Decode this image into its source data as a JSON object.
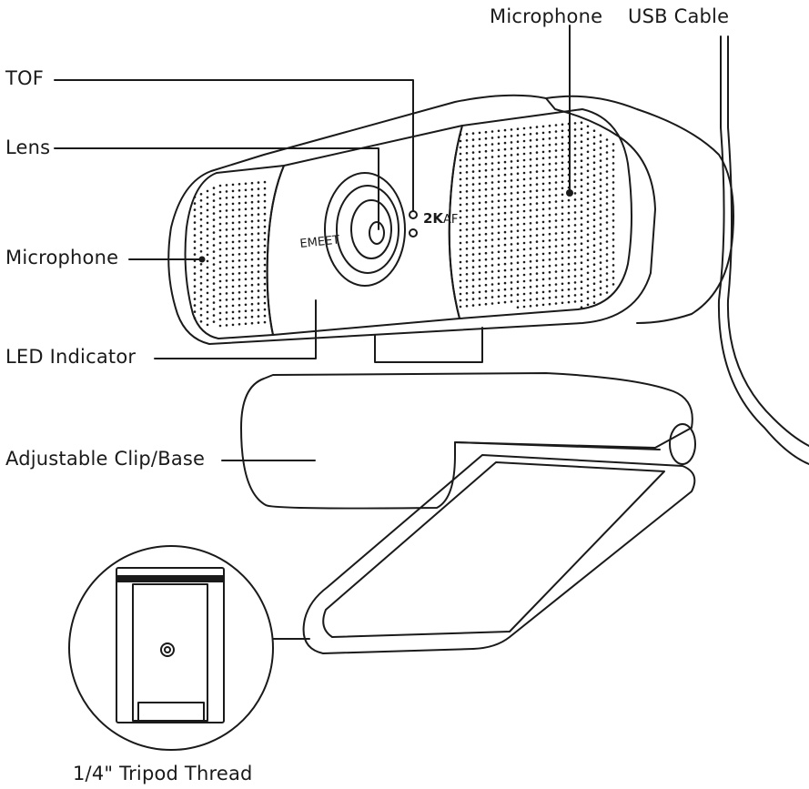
{
  "labels": {
    "microphone_top": "Microphone",
    "usb_cable": "USB Cable",
    "tof": "TOF",
    "lens": "Lens",
    "microphone_left": "Microphone",
    "led_indicator": "LED Indicator",
    "adjustable_clip": "Adjustable Clip/Base",
    "tripod_thread": "1/4\" Tripod Thread"
  },
  "device": {
    "brand": "EMEET",
    "resolution_badge": "2K",
    "af_badge": "AF"
  },
  "colors": {
    "line": "#1a1a1a",
    "background": "#ffffff"
  }
}
